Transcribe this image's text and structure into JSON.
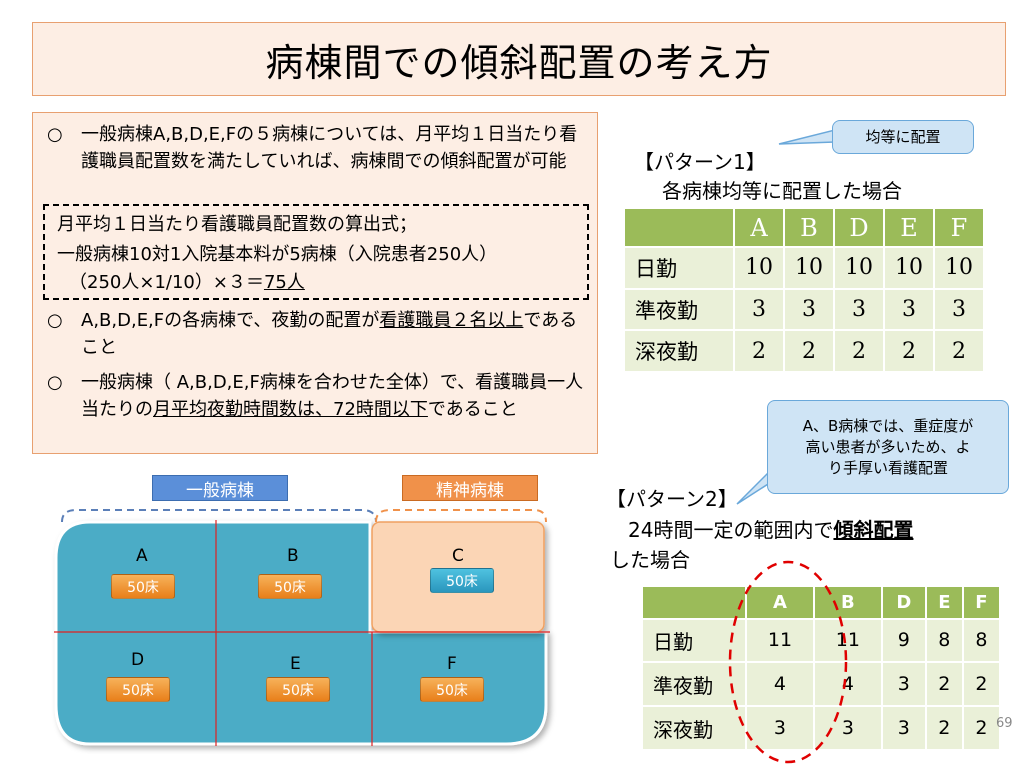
{
  "title": "病棟間での傾斜配置の考え方",
  "rules": {
    "mark": "○",
    "r1": "一般病棟A,B,D,E,Fの５病棟については、月平均１日当たり看護職員配置数を満たしていれば、病棟間での傾斜配置が可能",
    "formula_title": "月平均１日当たり看護職員配置数の算出式；",
    "formula_line1": "一般病棟10対1入院基本料が5病棟（入院患者250人）",
    "formula_line2_a": "（250人×1/10）×３＝",
    "formula_line2_b": "75人",
    "r2_a": "A,B,D,E,Fの各病棟で、夜勤の配置が",
    "r2_u": "看護職員２名以上",
    "r2_b": "であること",
    "r3_a": "一般病棟（ A,B,D,E,F病棟を合わせた全体）で、看護職員一人当たりの",
    "r3_u": "月平均夜勤時間数は、72時間以下",
    "r3_b": "であること"
  },
  "callout1": "均等に配置",
  "callout2_l1": "A、B病棟では、重症度が",
  "callout2_l2": "高い患者が多いため、よ",
  "callout2_l3": "り手厚い看護配置",
  "pattern1": {
    "label": "【パターン1】",
    "desc": "各病棟均等に配置した場合"
  },
  "pattern2": {
    "label": "【パターン2】",
    "desc_a": "24時間一定の範囲内で",
    "desc_b": "傾斜配置",
    "desc_c": "した場合"
  },
  "table1": {
    "headers": [
      "A",
      "B",
      "D",
      "E",
      "F"
    ],
    "rows": [
      {
        "label": "日勤",
        "values": [
          "10",
          "10",
          "10",
          "10",
          "10"
        ]
      },
      {
        "label": "準夜勤",
        "values": [
          "3",
          "3",
          "3",
          "3",
          "3"
        ]
      },
      {
        "label": "深夜勤",
        "values": [
          "2",
          "2",
          "2",
          "2",
          "2"
        ]
      }
    ]
  },
  "table2": {
    "headers": [
      "A",
      "B",
      "D",
      "E",
      "F"
    ],
    "rows": [
      {
        "label": "日勤",
        "values": [
          "11",
          "11",
          "9",
          "8",
          "8"
        ]
      },
      {
        "label": "準夜勤",
        "values": [
          "4",
          "4",
          "3",
          "2",
          "2"
        ]
      },
      {
        "label": "深夜勤",
        "values": [
          "3",
          "3",
          "3",
          "2",
          "2"
        ]
      }
    ]
  },
  "diagram": {
    "general_tag": "一般病棟",
    "psych_tag": "精神病棟",
    "wards": [
      {
        "name": "A",
        "bed": "50床"
      },
      {
        "name": "B",
        "bed": "50床"
      },
      {
        "name": "C",
        "bed": "50床"
      },
      {
        "name": "D",
        "bed": "50床"
      },
      {
        "name": "E",
        "bed": "50床"
      },
      {
        "name": "F",
        "bed": "50床"
      }
    ],
    "colors": {
      "general": "#4bacc6",
      "psych": "#fbd5b5",
      "tag_blue": "#5b8fd9",
      "tag_orange": "#f0914a"
    }
  },
  "page_number": "69"
}
